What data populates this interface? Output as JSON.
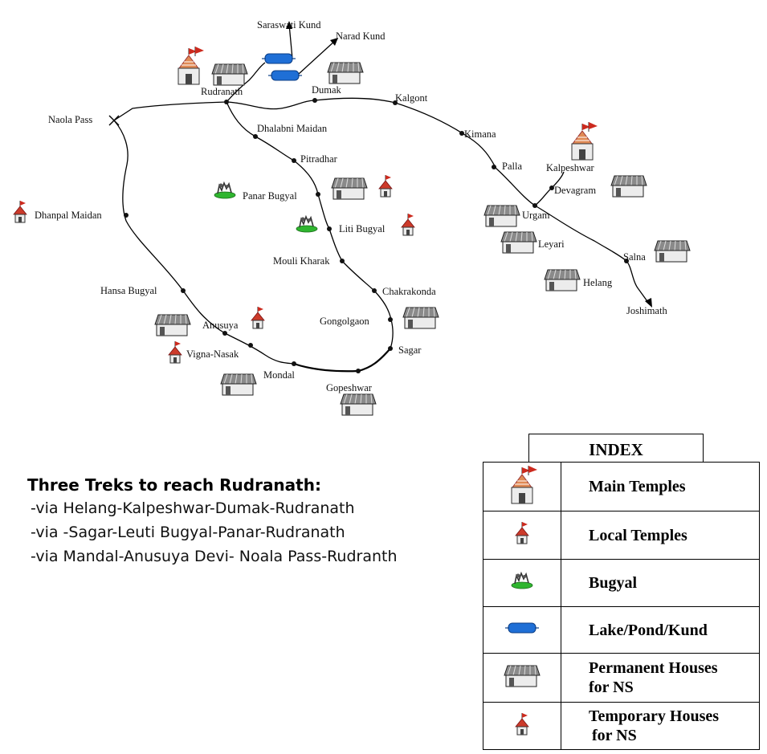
{
  "map": {
    "places": {
      "saraswati_kund": "Saraswati Kund",
      "narad_kund": "Narad Kund",
      "rudranath": "Rudranath",
      "dumak": "Dumak",
      "kalgont": "Kalgont",
      "naola_pass": "Naola Pass",
      "dhalabni_maidan": "Dhalabni Maidan",
      "kimana": "Kimana",
      "pitradhar": "Pitradhar",
      "palla": "Palla",
      "kalpeshwar": "Kalpeshwar",
      "devagram": "Devagram",
      "panar_bugyal": "Panar Bugyal",
      "urgam": "Urgam",
      "dhanpal_maidan": "Dhanpal Maidan",
      "liti_bugyal": "Liti Bugyal",
      "leyari": "Leyari",
      "mouli_kharak": "Mouli Kharak",
      "salna": "Salna",
      "hansa_bugyal": "Hansa Bugyal",
      "chakrakonda": "Chakrakonda",
      "helang": "Helang",
      "joshimath": "Joshimath",
      "anusuya": "Anusuya",
      "gongolgaon": "Gongolgaon",
      "sagar": "Sagar",
      "vigna_nasak": "Vigna-Nasak",
      "mondal": "Mondal",
      "gopeshwar": "Gopeshwar"
    },
    "colors": {
      "route": "#000000",
      "temple_red": "#cc2a1e",
      "temple_roof": "#e08a55",
      "house_roof": "#808080",
      "house_wall": "#ececec",
      "lake": "#1f6fd6",
      "bugyal_grass": "#2fb52f"
    }
  },
  "treks": {
    "title": "Three Treks to reach Rudranath:",
    "routes": [
      "-via Helang-Kalpeshwar-Dumak-Rudranath",
      "-via -Sagar-Leuti Bugyal-Panar-Rudranath",
      "-via Mandal-Anusuya Devi- Noala Pass-Rudranth"
    ]
  },
  "index": {
    "title": "INDEX",
    "items": [
      {
        "icon": "main-temple-icon",
        "label": "Main Temples"
      },
      {
        "icon": "local-temple-icon",
        "label": "Local Temples"
      },
      {
        "icon": "bugyal-icon",
        "label": "Bugyal"
      },
      {
        "icon": "lake-icon",
        "label": "Lake/Pond/Kund"
      },
      {
        "icon": "permanent-house-icon",
        "label_line1": "Permanent Houses",
        "label_line2": "for NS"
      },
      {
        "icon": "temporary-house-icon",
        "label_line1": "Temporary Houses",
        "label_line2": "for NS"
      }
    ]
  }
}
